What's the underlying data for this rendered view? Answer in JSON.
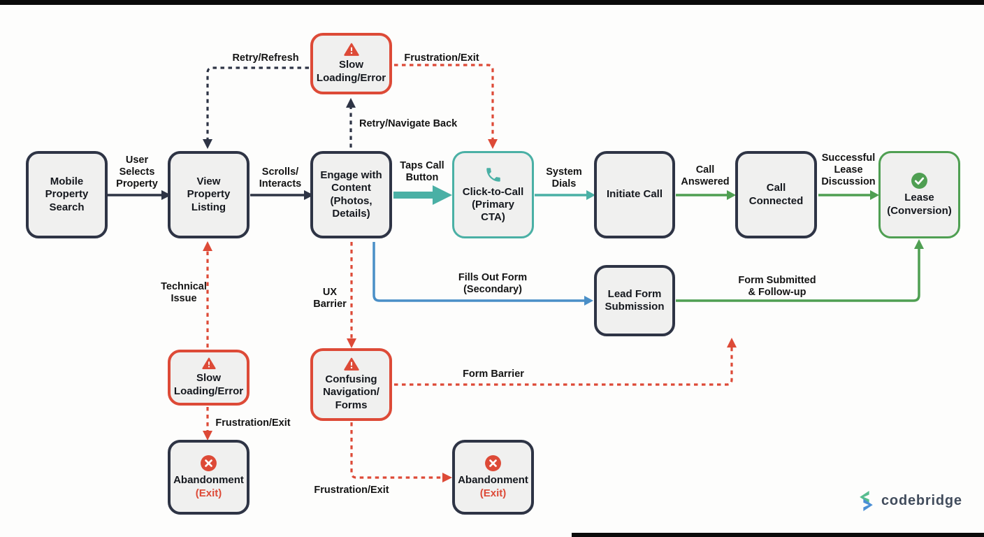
{
  "title_context": "Mobile property search click-to-call user journey flowchart",
  "colors": {
    "node_fill": "#f0f0ef",
    "dark": "#2e3445",
    "red": "#dd4a37",
    "teal": "#4ab0a5",
    "green": "#4f9f52",
    "blue": "#4a8fc7",
    "text": "#15181e"
  },
  "nodes": {
    "mobile_search": {
      "label": "Mobile Property Search"
    },
    "view_listing": {
      "label": "View Property Listing"
    },
    "engage": {
      "label": "Engage with Content (Photos, Details)"
    },
    "click_to_call": {
      "label": "Click-to-Call (Primary CTA)",
      "icon": "phone-icon"
    },
    "initiate_call": {
      "label": "Initiate Call"
    },
    "call_connected": {
      "label": "Call Connected"
    },
    "lease": {
      "label": "Lease (Conversion)",
      "icon": "check-circle-icon"
    },
    "slow_loading_top": {
      "label": "Slow Loading/Error",
      "icon": "warning-icon"
    },
    "lead_form": {
      "label": "Lead Form Submission"
    },
    "slow_loading_bottom": {
      "label": "Slow Loading/Error",
      "icon": "warning-icon"
    },
    "confusing_nav": {
      "label": "Confusing Navigation/ Forms",
      "icon": "warning-icon"
    },
    "abandonment_left": {
      "label": "Abandonment",
      "sublabel": "(Exit)",
      "icon": "x-circle-icon"
    },
    "abandonment_mid": {
      "label": "Abandonment",
      "sublabel": "(Exit)",
      "icon": "x-circle-icon"
    }
  },
  "edge_labels": {
    "user_selects": "User Selects Property",
    "scrolls_interacts": "Scrolls/ Interacts",
    "taps_call_button": "Taps Call Button",
    "system_dials": "System Dials",
    "call_answered": "Call Answered",
    "successful_lease": "Successful Lease Discussion",
    "retry_refresh": "Retry/Refresh",
    "frustration_exit_top": "Frustration/Exit",
    "retry_navigate_back": "Retry/Navigate Back",
    "technical_issue": "Technical Issue",
    "ux_barrier": "UX Barrier",
    "fills_out_form": "Fills Out Form (Secondary)",
    "form_submitted": "Form Submitted & Follow-up",
    "form_barrier": "Form Barrier",
    "frustration_exit_left": "Frustration/Exit",
    "frustration_exit_mid": "Frustration/Exit"
  },
  "logo": {
    "text": "codebridge"
  }
}
